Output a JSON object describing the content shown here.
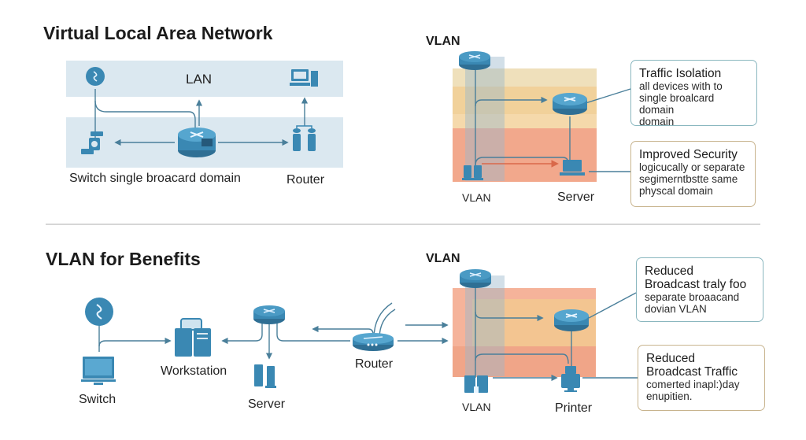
{
  "colors": {
    "icon_blue": "#3a88b3",
    "line": "#4a7f9a",
    "band": "#dbe8f0",
    "card_teal_border": "#8ab7bf",
    "card_tan_border": "#c8b48e",
    "vlan_yellow": "#f3d9a6",
    "vlan_orange": "#f3a98a"
  },
  "top_section": {
    "title": "Virtual Local Area Network",
    "lan_diagram": {
      "band_label": "LAN",
      "caption_left": "Switch single broacard domain",
      "caption_right": "Router",
      "icons": [
        "sync-icon",
        "switch-cluster-icon",
        "router-icon",
        "desktop-computer-icon",
        "server-pair-icon"
      ]
    },
    "vlan_diagram": {
      "heading": "VLAN",
      "label_left": "VLAN",
      "label_right": "Server",
      "icons": [
        "router-icon",
        "core-router-icon",
        "server-pair-icon",
        "laptop-icon"
      ]
    },
    "cards": [
      {
        "title": "Traffic Isolation",
        "lines": [
          "all devices with to",
          "single broalcard domain",
          "domain"
        ]
      },
      {
        "title": "Improved Security",
        "lines": [
          "logicucally or separate",
          "segimerntbstte same",
          "physcal domain"
        ]
      }
    ]
  },
  "bottom_section": {
    "title": "VLAN for Benefits",
    "flow_diagram": {
      "labels": {
        "switch": "Switch",
        "workstation": "Workstation",
        "server": "Server",
        "router": "Router"
      },
      "icons": [
        "sync-icon",
        "monitor-icon",
        "workstation-icon",
        "router-icon",
        "server-pair-icon",
        "wireless-router-icon"
      ]
    },
    "vlan_diagram": {
      "heading": "VLAN",
      "label_left": "VLAN",
      "label_right": "Printer",
      "icons": [
        "router-icon",
        "core-router-icon",
        "workstation-icon",
        "printer-icon"
      ]
    },
    "cards": [
      {
        "title": "Reduced",
        "title2": "Broadcast traly foo",
        "lines": [
          "separate broaacand",
          "dovian VLAN"
        ]
      },
      {
        "title": "Reduced",
        "title2": "Broadcast Traffic",
        "lines": [
          "comerted inapl:)day",
          "enupitien."
        ]
      }
    ]
  }
}
